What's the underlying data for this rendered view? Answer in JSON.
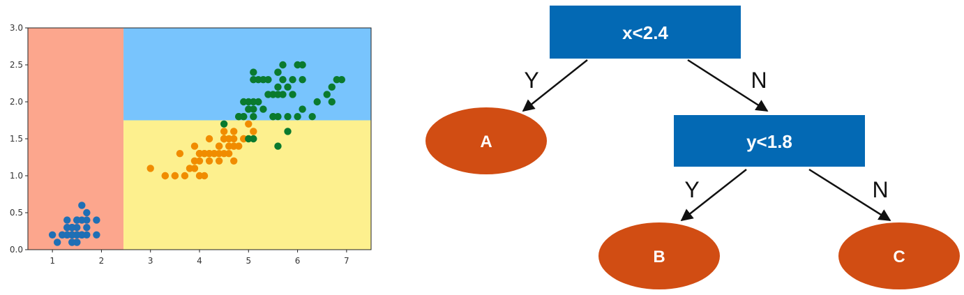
{
  "chart_data": {
    "type": "scatter",
    "xlim": [
      0.5,
      7.5
    ],
    "ylim": [
      0.0,
      3.0
    ],
    "xticks": [
      1,
      2,
      3,
      4,
      5,
      6,
      7
    ],
    "yticks": [
      0.0,
      0.5,
      1.0,
      1.5,
      2.0,
      2.5,
      3.0
    ],
    "xtick_labels": [
      "1",
      "2",
      "3",
      "4",
      "5",
      "6",
      "7"
    ],
    "ytick_labels": [
      "0.0",
      "0.5",
      "1.0",
      "1.5",
      "2.0",
      "2.5",
      "3.0"
    ],
    "grid": false,
    "regions": [
      {
        "x_range": [
          0.5,
          2.45
        ],
        "y_range": [
          0.0,
          3.0
        ],
        "color": "#fca68d"
      },
      {
        "x_range": [
          2.45,
          7.5
        ],
        "y_range": [
          1.75,
          3.0
        ],
        "color": "#78c4fd"
      },
      {
        "x_range": [
          2.45,
          7.5
        ],
        "y_range": [
          0.0,
          1.75
        ],
        "color": "#fdf08e"
      }
    ],
    "series": [
      {
        "color": "#1f6fb5",
        "points": [
          [
            1.4,
            0.2
          ],
          [
            1.4,
            0.2
          ],
          [
            1.3,
            0.2
          ],
          [
            1.5,
            0.2
          ],
          [
            1.4,
            0.2
          ],
          [
            1.7,
            0.4
          ],
          [
            1.4,
            0.3
          ],
          [
            1.5,
            0.2
          ],
          [
            1.4,
            0.2
          ],
          [
            1.5,
            0.1
          ],
          [
            1.5,
            0.2
          ],
          [
            1.6,
            0.2
          ],
          [
            1.4,
            0.1
          ],
          [
            1.1,
            0.1
          ],
          [
            1.2,
            0.2
          ],
          [
            1.5,
            0.4
          ],
          [
            1.3,
            0.4
          ],
          [
            1.4,
            0.3
          ],
          [
            1.7,
            0.3
          ],
          [
            1.5,
            0.3
          ],
          [
            1.7,
            0.2
          ],
          [
            1.5,
            0.4
          ],
          [
            1.0,
            0.2
          ],
          [
            1.7,
            0.5
          ],
          [
            1.9,
            0.2
          ],
          [
            1.6,
            0.2
          ],
          [
            1.6,
            0.4
          ],
          [
            1.5,
            0.2
          ],
          [
            1.4,
            0.2
          ],
          [
            1.6,
            0.2
          ],
          [
            1.6,
            0.2
          ],
          [
            1.5,
            0.4
          ],
          [
            1.5,
            0.1
          ],
          [
            1.4,
            0.2
          ],
          [
            1.5,
            0.2
          ],
          [
            1.2,
            0.2
          ],
          [
            1.3,
            0.2
          ],
          [
            1.4,
            0.1
          ],
          [
            1.3,
            0.2
          ],
          [
            1.5,
            0.2
          ],
          [
            1.3,
            0.3
          ],
          [
            1.3,
            0.3
          ],
          [
            1.3,
            0.2
          ],
          [
            1.6,
            0.6
          ],
          [
            1.9,
            0.4
          ],
          [
            1.4,
            0.3
          ],
          [
            1.6,
            0.2
          ],
          [
            1.4,
            0.2
          ],
          [
            1.5,
            0.2
          ],
          [
            1.4,
            0.2
          ]
        ]
      },
      {
        "color": "#f08c00",
        "points": [
          [
            4.7,
            1.4
          ],
          [
            4.5,
            1.5
          ],
          [
            4.9,
            1.5
          ],
          [
            4.0,
            1.3
          ],
          [
            4.6,
            1.5
          ],
          [
            4.5,
            1.3
          ],
          [
            4.7,
            1.6
          ],
          [
            3.3,
            1.0
          ],
          [
            4.6,
            1.3
          ],
          [
            3.9,
            1.4
          ],
          [
            3.5,
            1.0
          ],
          [
            4.2,
            1.5
          ],
          [
            4.0,
            1.0
          ],
          [
            4.7,
            1.4
          ],
          [
            3.6,
            1.3
          ],
          [
            4.4,
            1.4
          ],
          [
            4.5,
            1.5
          ],
          [
            4.1,
            1.0
          ],
          [
            4.5,
            1.5
          ],
          [
            3.9,
            1.1
          ],
          [
            4.8,
            1.8
          ],
          [
            4.0,
            1.3
          ],
          [
            4.9,
            1.5
          ],
          [
            4.7,
            1.2
          ],
          [
            4.3,
            1.3
          ],
          [
            4.4,
            1.4
          ],
          [
            4.8,
            1.4
          ],
          [
            5.0,
            1.7
          ],
          [
            4.5,
            1.5
          ],
          [
            3.5,
            1.0
          ],
          [
            3.8,
            1.1
          ],
          [
            3.7,
            1.0
          ],
          [
            3.9,
            1.2
          ],
          [
            5.1,
            1.6
          ],
          [
            4.5,
            1.5
          ],
          [
            4.5,
            1.6
          ],
          [
            4.7,
            1.5
          ],
          [
            4.4,
            1.3
          ],
          [
            4.1,
            1.3
          ],
          [
            4.0,
            1.3
          ],
          [
            4.4,
            1.2
          ],
          [
            4.6,
            1.4
          ],
          [
            4.0,
            1.2
          ],
          [
            3.3,
            1.0
          ],
          [
            4.2,
            1.3
          ],
          [
            4.2,
            1.2
          ],
          [
            4.2,
            1.3
          ],
          [
            4.3,
            1.3
          ],
          [
            3.0,
            1.1
          ],
          [
            4.1,
            1.3
          ]
        ]
      },
      {
        "color": "#0a7a2e",
        "points": [
          [
            6.0,
            2.5
          ],
          [
            5.1,
            1.9
          ],
          [
            5.9,
            2.1
          ],
          [
            5.6,
            1.8
          ],
          [
            5.8,
            2.2
          ],
          [
            6.6,
            2.1
          ],
          [
            4.5,
            1.7
          ],
          [
            6.3,
            1.8
          ],
          [
            5.8,
            1.8
          ],
          [
            6.1,
            2.5
          ],
          [
            5.1,
            2.0
          ],
          [
            5.3,
            1.9
          ],
          [
            5.5,
            2.1
          ],
          [
            5.0,
            2.0
          ],
          [
            5.1,
            2.4
          ],
          [
            5.3,
            2.3
          ],
          [
            5.5,
            1.8
          ],
          [
            6.7,
            2.2
          ],
          [
            6.9,
            2.3
          ],
          [
            5.0,
            1.5
          ],
          [
            5.7,
            2.3
          ],
          [
            4.9,
            2.0
          ],
          [
            6.7,
            2.0
          ],
          [
            4.9,
            1.8
          ],
          [
            5.7,
            2.1
          ],
          [
            6.0,
            1.8
          ],
          [
            4.8,
            1.8
          ],
          [
            4.9,
            1.8
          ],
          [
            5.6,
            2.1
          ],
          [
            5.8,
            1.6
          ],
          [
            6.1,
            1.9
          ],
          [
            6.4,
            2.0
          ],
          [
            5.6,
            2.2
          ],
          [
            5.1,
            1.5
          ],
          [
            5.6,
            1.4
          ],
          [
            6.1,
            2.3
          ],
          [
            5.6,
            2.4
          ],
          [
            5.5,
            1.8
          ],
          [
            4.8,
            1.8
          ],
          [
            5.4,
            2.1
          ],
          [
            5.6,
            2.4
          ],
          [
            5.1,
            2.3
          ],
          [
            5.9,
            2.3
          ],
          [
            5.7,
            2.5
          ],
          [
            5.2,
            2.3
          ],
          [
            5.0,
            1.9
          ],
          [
            5.2,
            2.0
          ],
          [
            5.4,
            2.3
          ],
          [
            5.1,
            1.8
          ],
          [
            6.8,
            2.3
          ]
        ]
      }
    ]
  },
  "tree": {
    "root": {
      "label": "x<2.4",
      "color": "#0369b4"
    },
    "inner": {
      "label": "y<1.8",
      "color": "#0369b4"
    },
    "leaves": [
      {
        "label": "A",
        "color": "#d14d13"
      },
      {
        "label": "B",
        "color": "#d14d13"
      },
      {
        "label": "C",
        "color": "#d14d13"
      }
    ],
    "edge_labels": {
      "root_yes": "Y",
      "root_no": "N",
      "inner_yes": "Y",
      "inner_no": "N"
    }
  }
}
